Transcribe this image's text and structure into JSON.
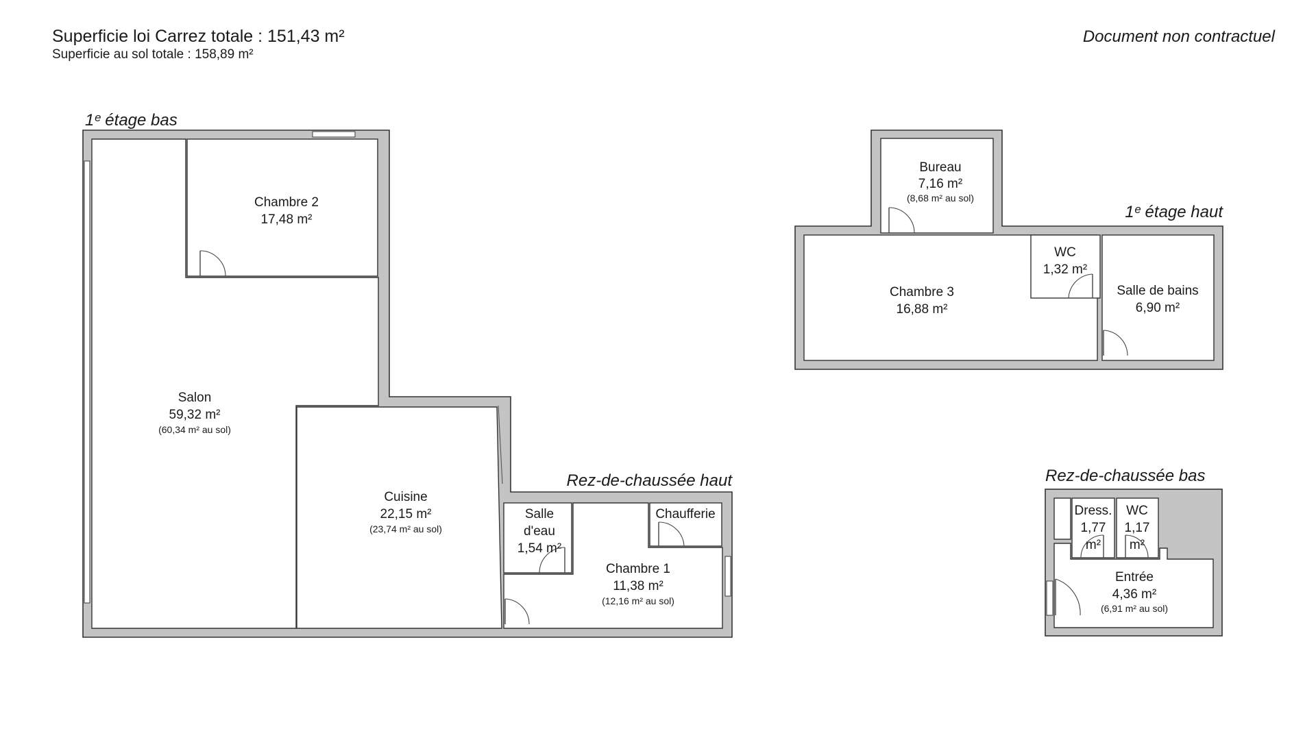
{
  "header": {
    "total_carrez": "Superficie loi Carrez totale :  151,43 m²",
    "total_sol": "Superficie au sol totale :  158,89 m²",
    "disclaimer": "Document non contractuel"
  },
  "levels": {
    "etage_bas": "1ᵉ étage bas",
    "etage_haut": "1ᵉ étage haut",
    "rdc_haut": "Rez-de-chaussée haut",
    "rdc_bas": "Rez-de-chaussée bas"
  },
  "rooms": {
    "chambre2": {
      "name": "Chambre 2",
      "area": "17,48 m²"
    },
    "salon": {
      "name": "Salon",
      "area": "59,32 m²",
      "floor": "(60,34 m² au sol)"
    },
    "cuisine": {
      "name": "Cuisine",
      "area": "22,15 m²",
      "floor": "(23,74 m² au sol)"
    },
    "salle_eau": {
      "name_line1": "Salle",
      "name_line2": "d'eau",
      "area": "1,54 m²"
    },
    "chaufferie": {
      "name": "Chaufferie"
    },
    "chambre1": {
      "name": "Chambre 1",
      "area": "11,38 m²",
      "floor": "(12,16 m² au sol)"
    },
    "bureau": {
      "name": "Bureau",
      "area": "7,16 m²",
      "floor": "(8,68 m² au sol)"
    },
    "chambre3": {
      "name": "Chambre 3",
      "area": "16,88 m²"
    },
    "wc_haut": {
      "name": "WC",
      "area": "1,32 m²"
    },
    "salle_bains": {
      "name": "Salle de bains",
      "area": "6,90 m²"
    },
    "dress": {
      "name": "Dress.",
      "area_line1": "1,77",
      "area_line2": "m²"
    },
    "wc_bas": {
      "name": "WC",
      "area_line1": "1,17",
      "area_line2": "m²"
    },
    "entree": {
      "name": "Entrée",
      "area": "4,36 m²",
      "floor": "(6,91 m² au sol)"
    }
  }
}
